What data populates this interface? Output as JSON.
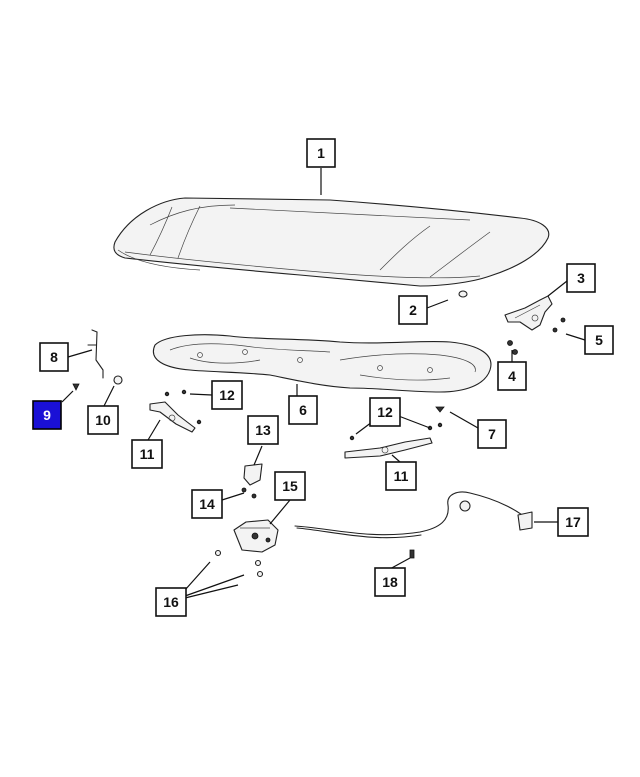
{
  "callouts": [
    {
      "id": "c1",
      "label": "1"
    },
    {
      "id": "c2",
      "label": "2"
    },
    {
      "id": "c3",
      "label": "3"
    },
    {
      "id": "c4",
      "label": "4"
    },
    {
      "id": "c5",
      "label": "5"
    },
    {
      "id": "c6",
      "label": "6"
    },
    {
      "id": "c7",
      "label": "7"
    },
    {
      "id": "c8",
      "label": "8"
    },
    {
      "id": "c9",
      "label": "9",
      "highlighted": true
    },
    {
      "id": "c10",
      "label": "10"
    },
    {
      "id": "c11a",
      "label": "11"
    },
    {
      "id": "c11b",
      "label": "11"
    },
    {
      "id": "c12a",
      "label": "12"
    },
    {
      "id": "c12b",
      "label": "12"
    },
    {
      "id": "c13",
      "label": "13"
    },
    {
      "id": "c14",
      "label": "14"
    },
    {
      "id": "c15",
      "label": "15"
    },
    {
      "id": "c16",
      "label": "16"
    },
    {
      "id": "c17",
      "label": "17"
    },
    {
      "id": "c18",
      "label": "18"
    }
  ],
  "colors": {
    "highlight": "#1a10d6",
    "line": "#111111",
    "background": "#ffffff"
  }
}
